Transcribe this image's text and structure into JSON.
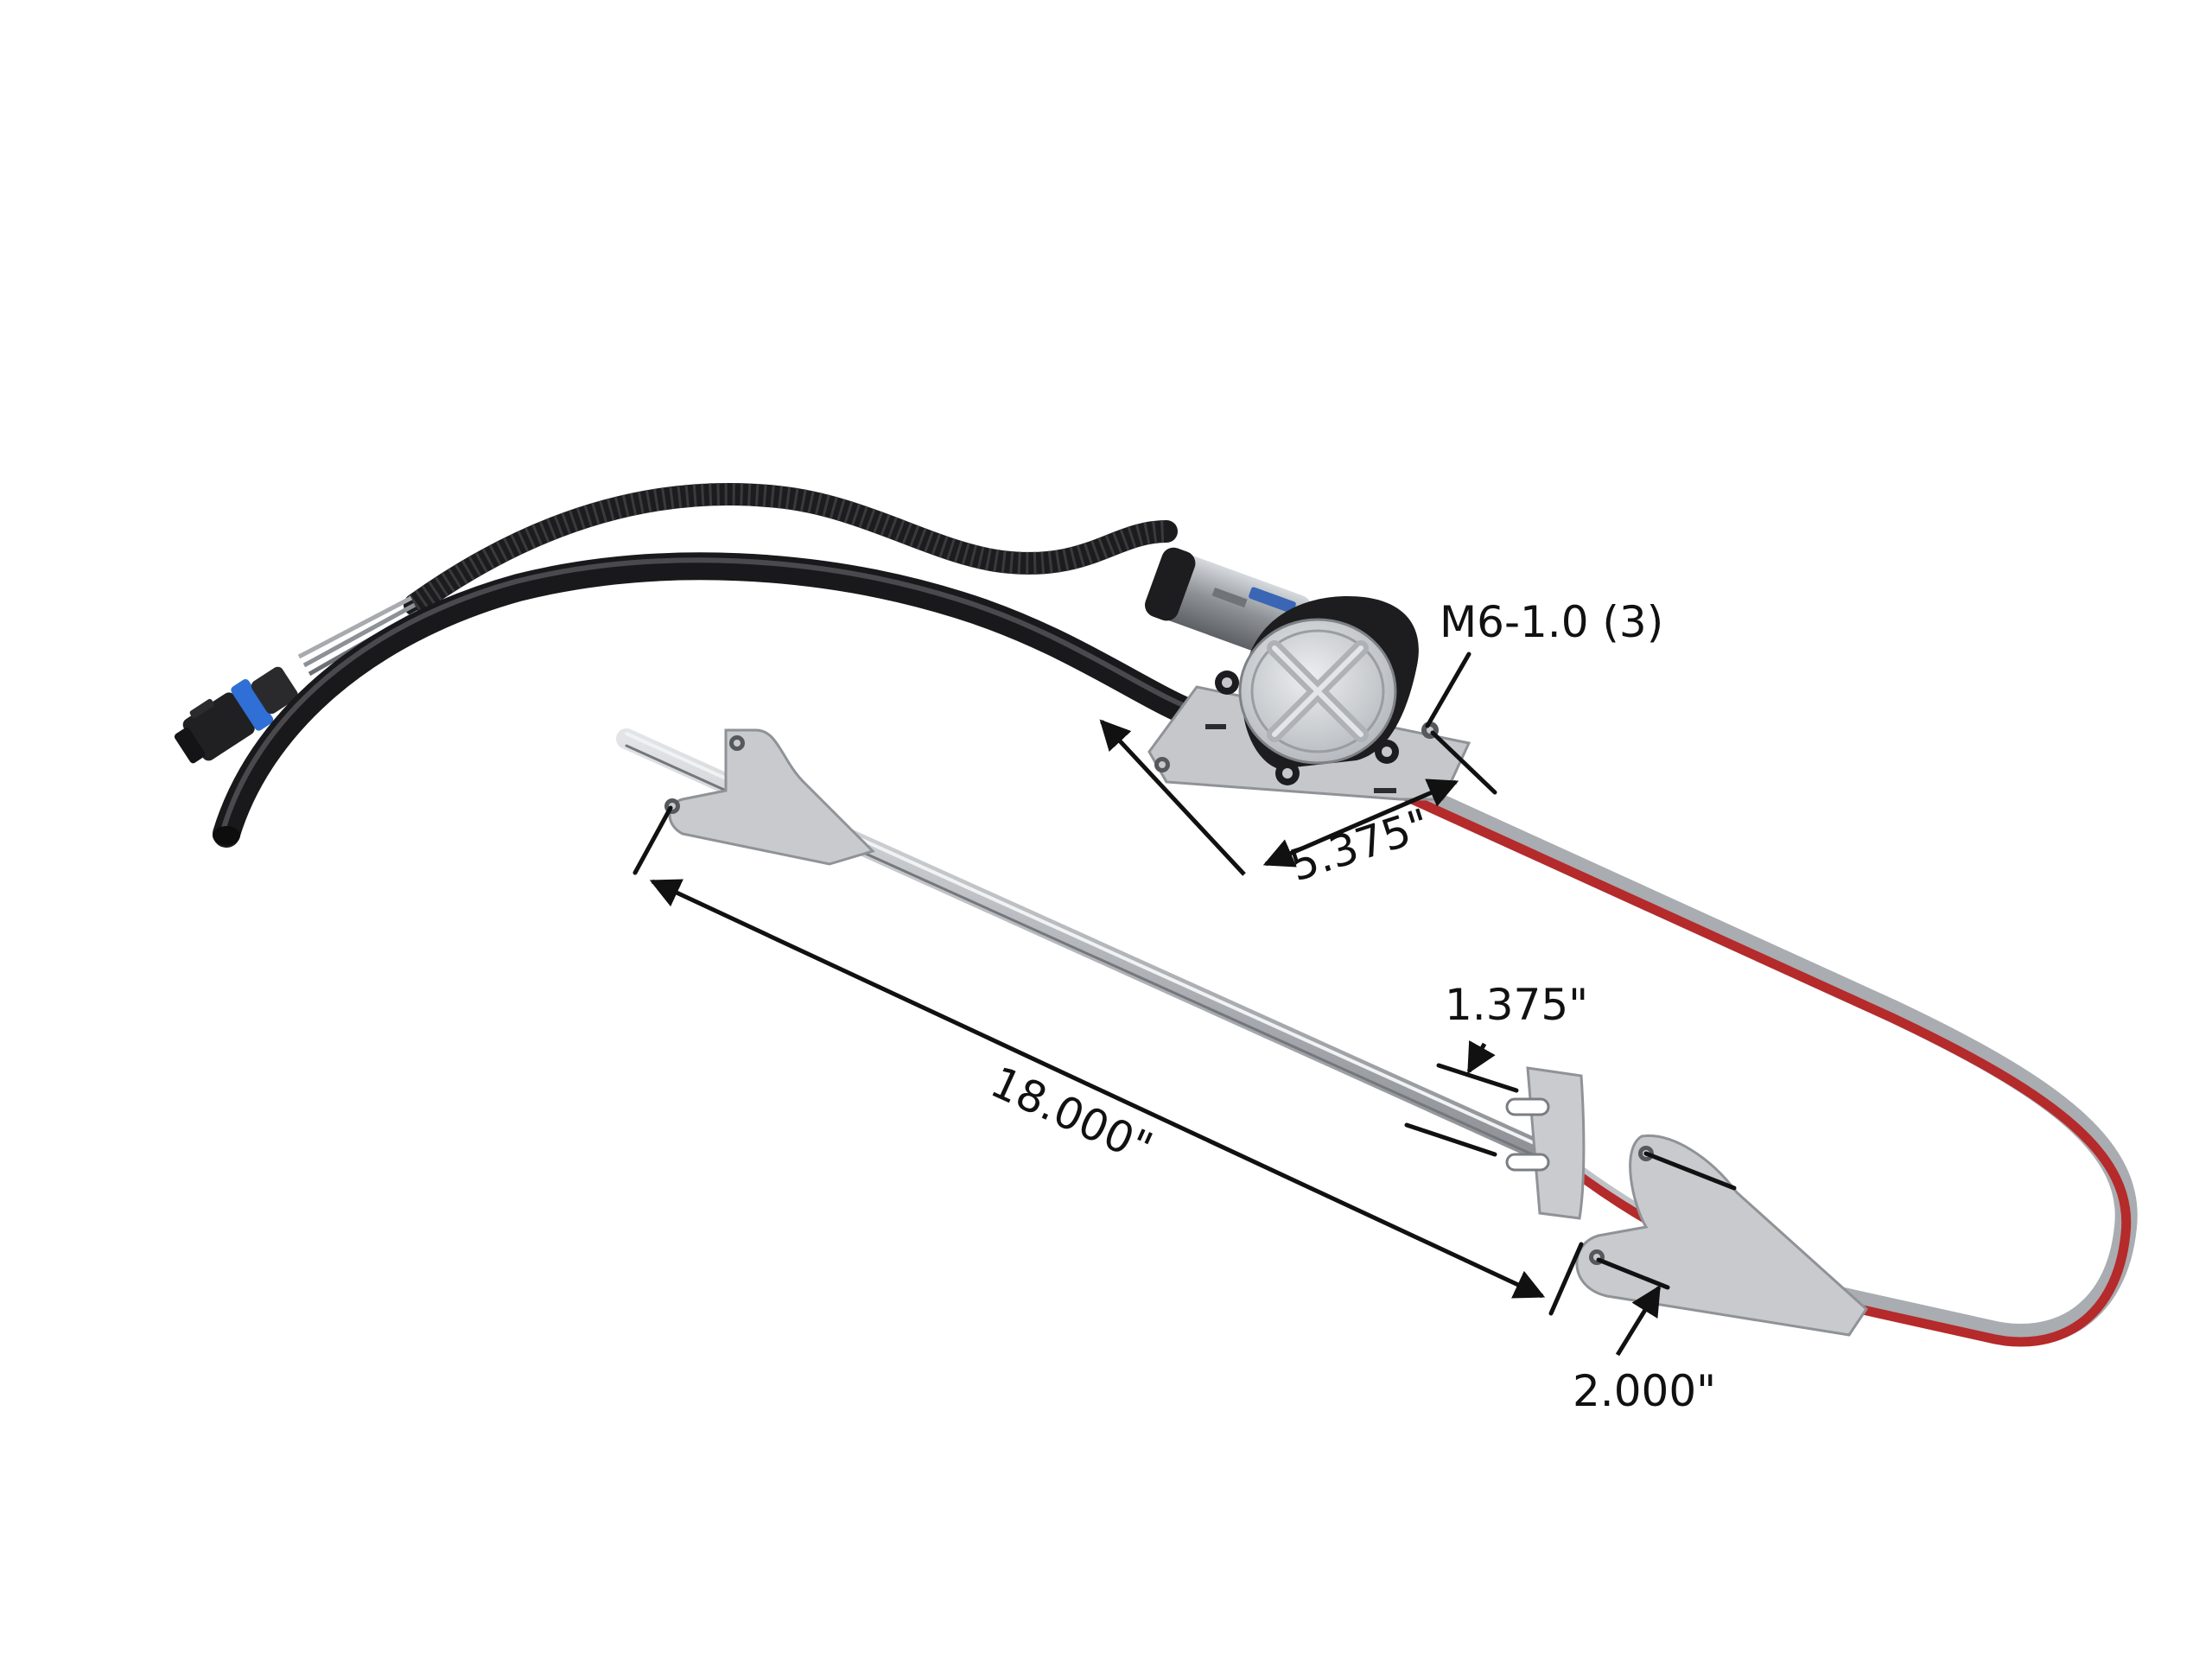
{
  "dimensions": {
    "bolt_spec": "M6-1.0 (3)",
    "motor_mount_width": "5.375\"",
    "rail_length": "18.000\"",
    "slider_width": "1.375\"",
    "bracket_offset": "2.000\""
  },
  "colors": {
    "background": "#ffffff",
    "dimension_line": "#111111",
    "cable_sheath": "#222222",
    "rail_steel": "#b9bcc0",
    "bracket_steel": "#c8cacd",
    "cable_red": "#b52a2a",
    "motor_body": "#1d1d1f",
    "motor_can": "#9fa3a8",
    "gear_cover": "#d3d6da",
    "connector_blue": "#2f6fd6",
    "connector_black": "#202022"
  }
}
